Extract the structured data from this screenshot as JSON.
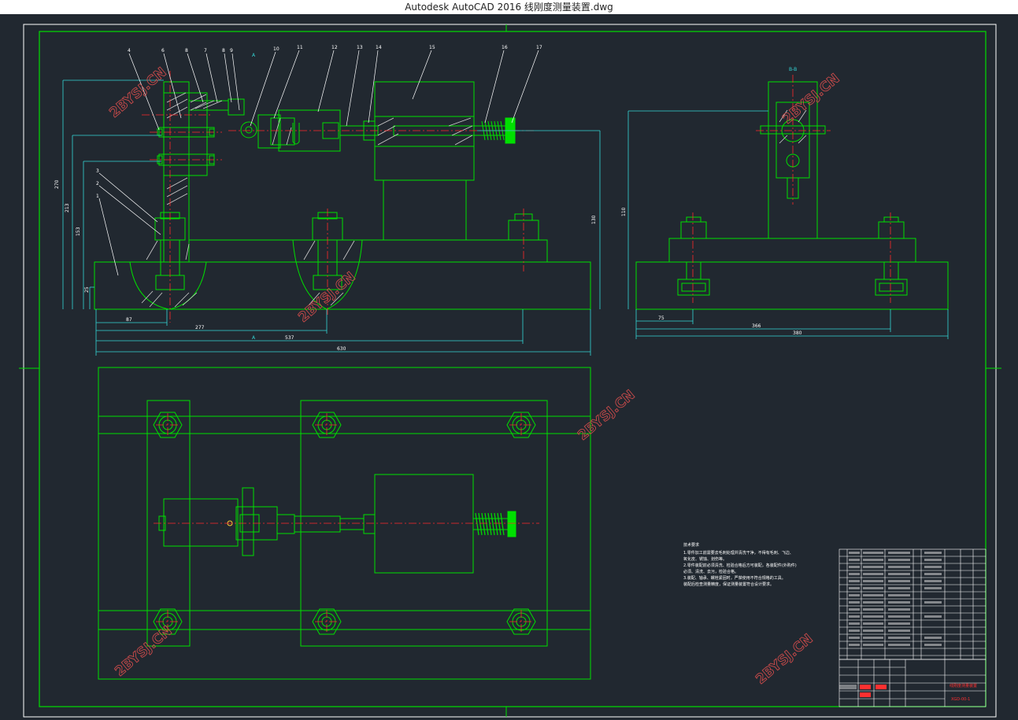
{
  "window": {
    "title": "Autodesk AutoCAD 2016    线刚度测量装置.dwg"
  },
  "colors": {
    "background": "#212830",
    "part": "#00e000",
    "dimension": "#33d6d6",
    "centerline": "#ff2a2a",
    "hatch": "#d9d9d9",
    "text": "#ffffff",
    "watermark": "#d04a4a"
  },
  "drawing": {
    "balloons": [
      "4",
      "6",
      "8",
      "7",
      "8",
      "9",
      "10",
      "11",
      "12",
      "13",
      "14",
      "15",
      "16",
      "17",
      "3",
      "2",
      "1"
    ],
    "dimensions": {
      "left_total_height": "270",
      "left_h2": "213",
      "left_h3": "153",
      "left_h4": "25",
      "right_height": "130",
      "side_height": "110",
      "w1": "87",
      "w2": "277",
      "w3": "537",
      "w_total": "630",
      "side_w1": "75",
      "side_w2": "366",
      "side_total": "380"
    },
    "section_mark": "A",
    "side_label": "B-B",
    "tech_notes_title": "技术要求",
    "tech_notes": [
      "1.零件加工前需要去毛刺处理并清洗干净，不得有毛刺、飞边、",
      "氧化皮、锈蚀、划伤等。",
      "2.零件装配前必须清洗、检验合格后方可装配，各装配件(外购件)",
      "必须、清洗、去污，检验合格。",
      "3.装配、轴承、螺栓紧固时，严禁使用不符合规格的工具。",
      "装配后检查测量精度，保证测量装置符合设计要求。"
    ],
    "title_block": {
      "drawing_name": "线刚度测量装置",
      "drawing_number": "XGD-00-1"
    },
    "watermark": "2BYSJ.CN"
  }
}
